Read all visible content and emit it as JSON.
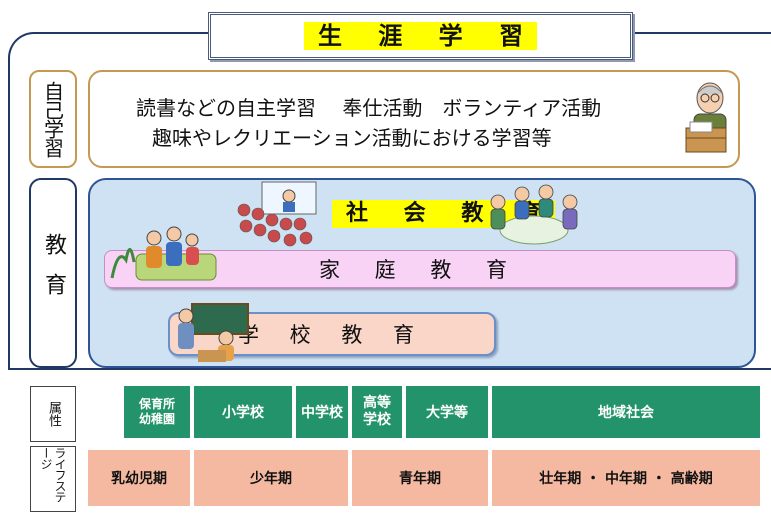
{
  "title": "生 涯 学 習",
  "categories": {
    "self_study": "自己学習",
    "education": "教育"
  },
  "self_study": {
    "line1": "読書などの自主学習　 奉仕活動　ボランティア活動",
    "line2": "趣味やレクリエーション活動における学習等"
  },
  "education": {
    "social": "社 会 教 育",
    "family": "家 庭 教 育",
    "school": "学 校 教 育"
  },
  "table": {
    "attr_label": "属性",
    "stage_label": "ライフステージ",
    "attributes": [
      "保育所\n幼稚園",
      "小学校",
      "中学校",
      "高等\n学校",
      "大学等",
      "地域社会"
    ],
    "stages": [
      "乳幼児期",
      "少年期",
      "青年期",
      "壮年期 ・ 中年期 ・ 高齢期"
    ]
  },
  "colors": {
    "attr_green": "#23936b",
    "stage_salmon": "#f4b9a0",
    "edu_blue": "#cfe2f3",
    "family_pink": "#f8d3f6",
    "highlight_yellow": "#ffff00"
  }
}
